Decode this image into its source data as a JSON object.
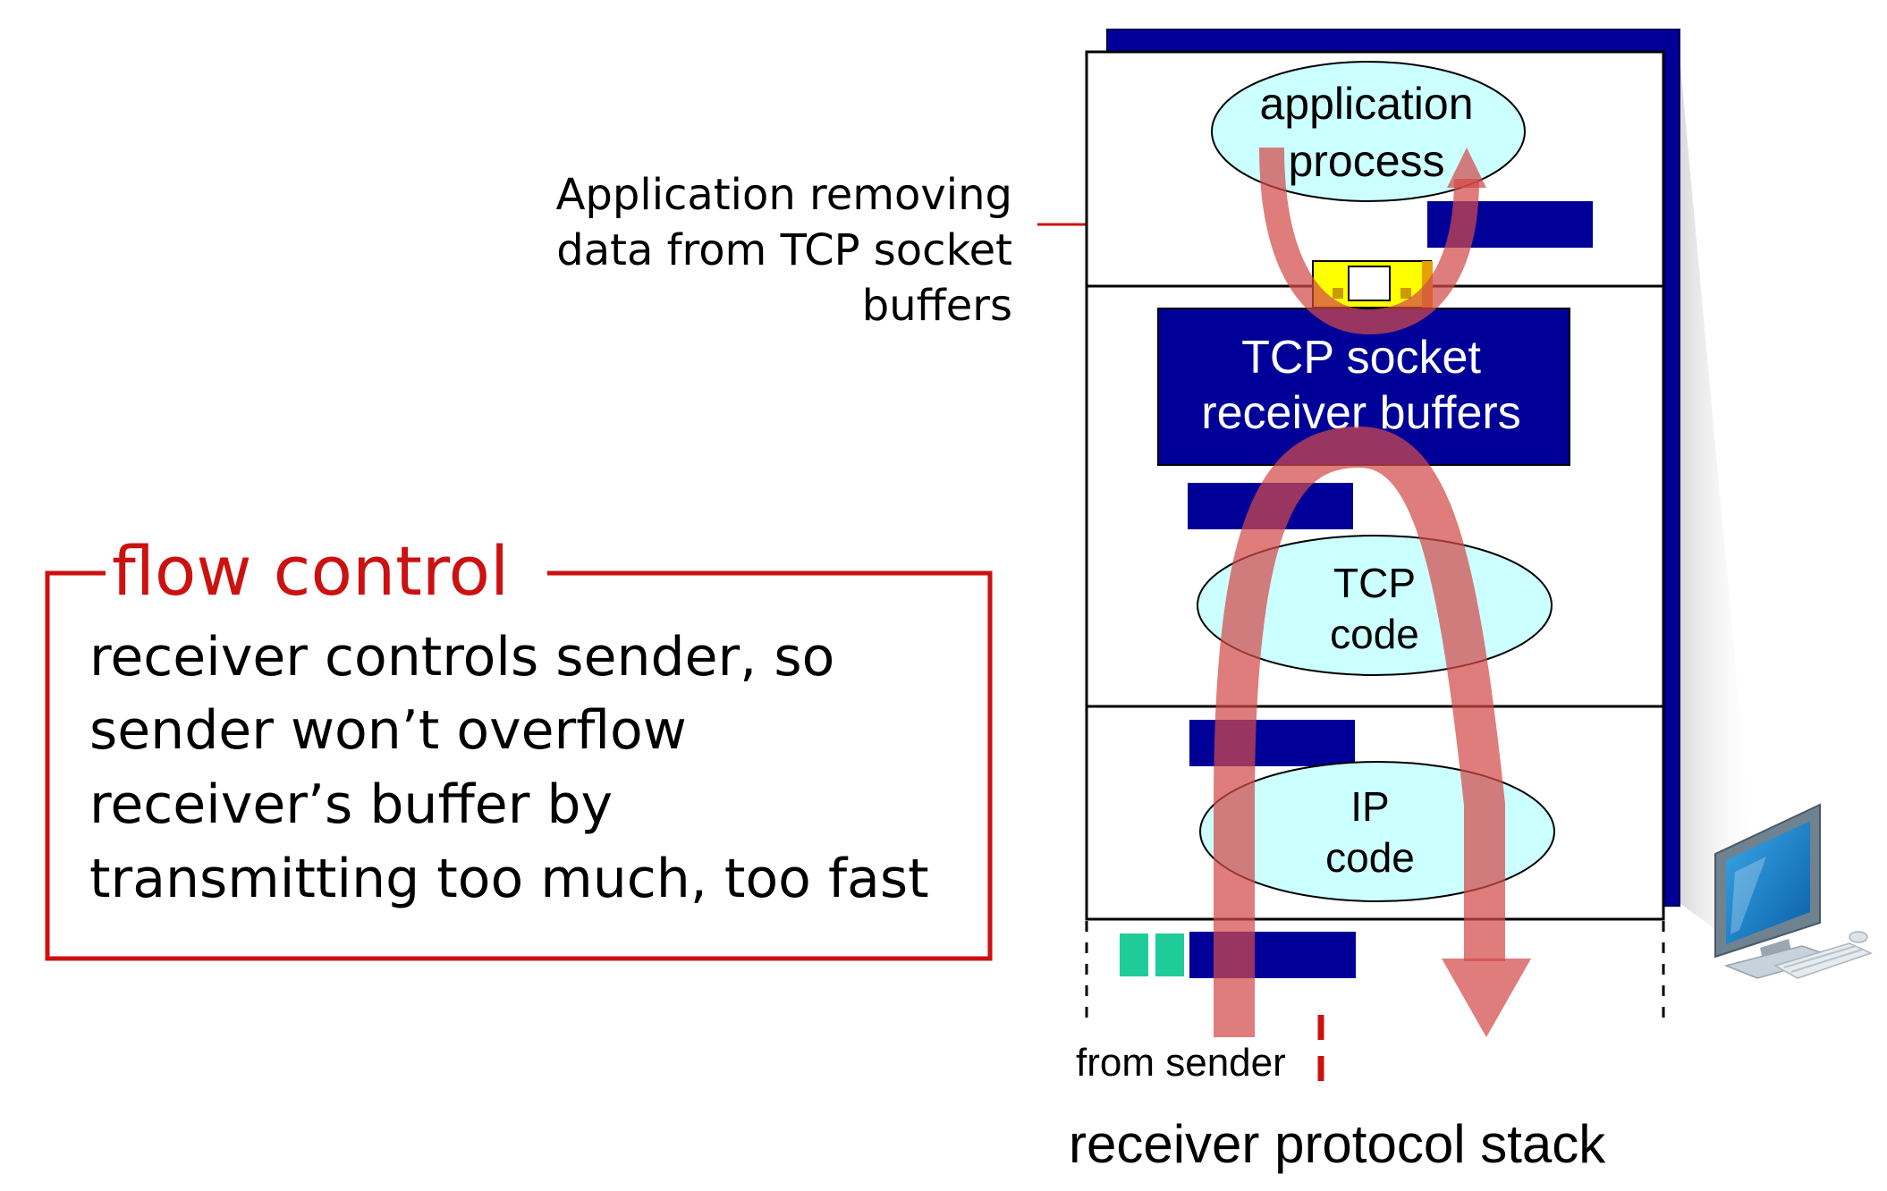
{
  "annotation": {
    "lines": [
      "Application removing",
      "data from TCP socket",
      "buffers"
    ]
  },
  "flow_control": {
    "title": "flow control",
    "body_lines": [
      "receiver controls sender, so",
      "sender won’t overflow",
      "receiver’s buffer by",
      "transmitting too much, too fast"
    ]
  },
  "stack": {
    "application": [
      "application",
      "process"
    ],
    "socket_buffers": [
      "TCP socket",
      "receiver buffers"
    ],
    "tcp": [
      "TCP",
      "code"
    ],
    "ip": [
      "IP",
      "code"
    ],
    "from_sender": "from sender",
    "caption": "receiver protocol stack"
  },
  "colors": {
    "accent_red": "#cc1111",
    "stack_blue": "#000099",
    "bubble_cyan": "#ccffff",
    "arrow_red": "#d95f5f",
    "segment_teal": "#1fcc99",
    "app_buffer_yellow": "#ffff00"
  },
  "icons": [
    "desktop-computer-icon"
  ]
}
